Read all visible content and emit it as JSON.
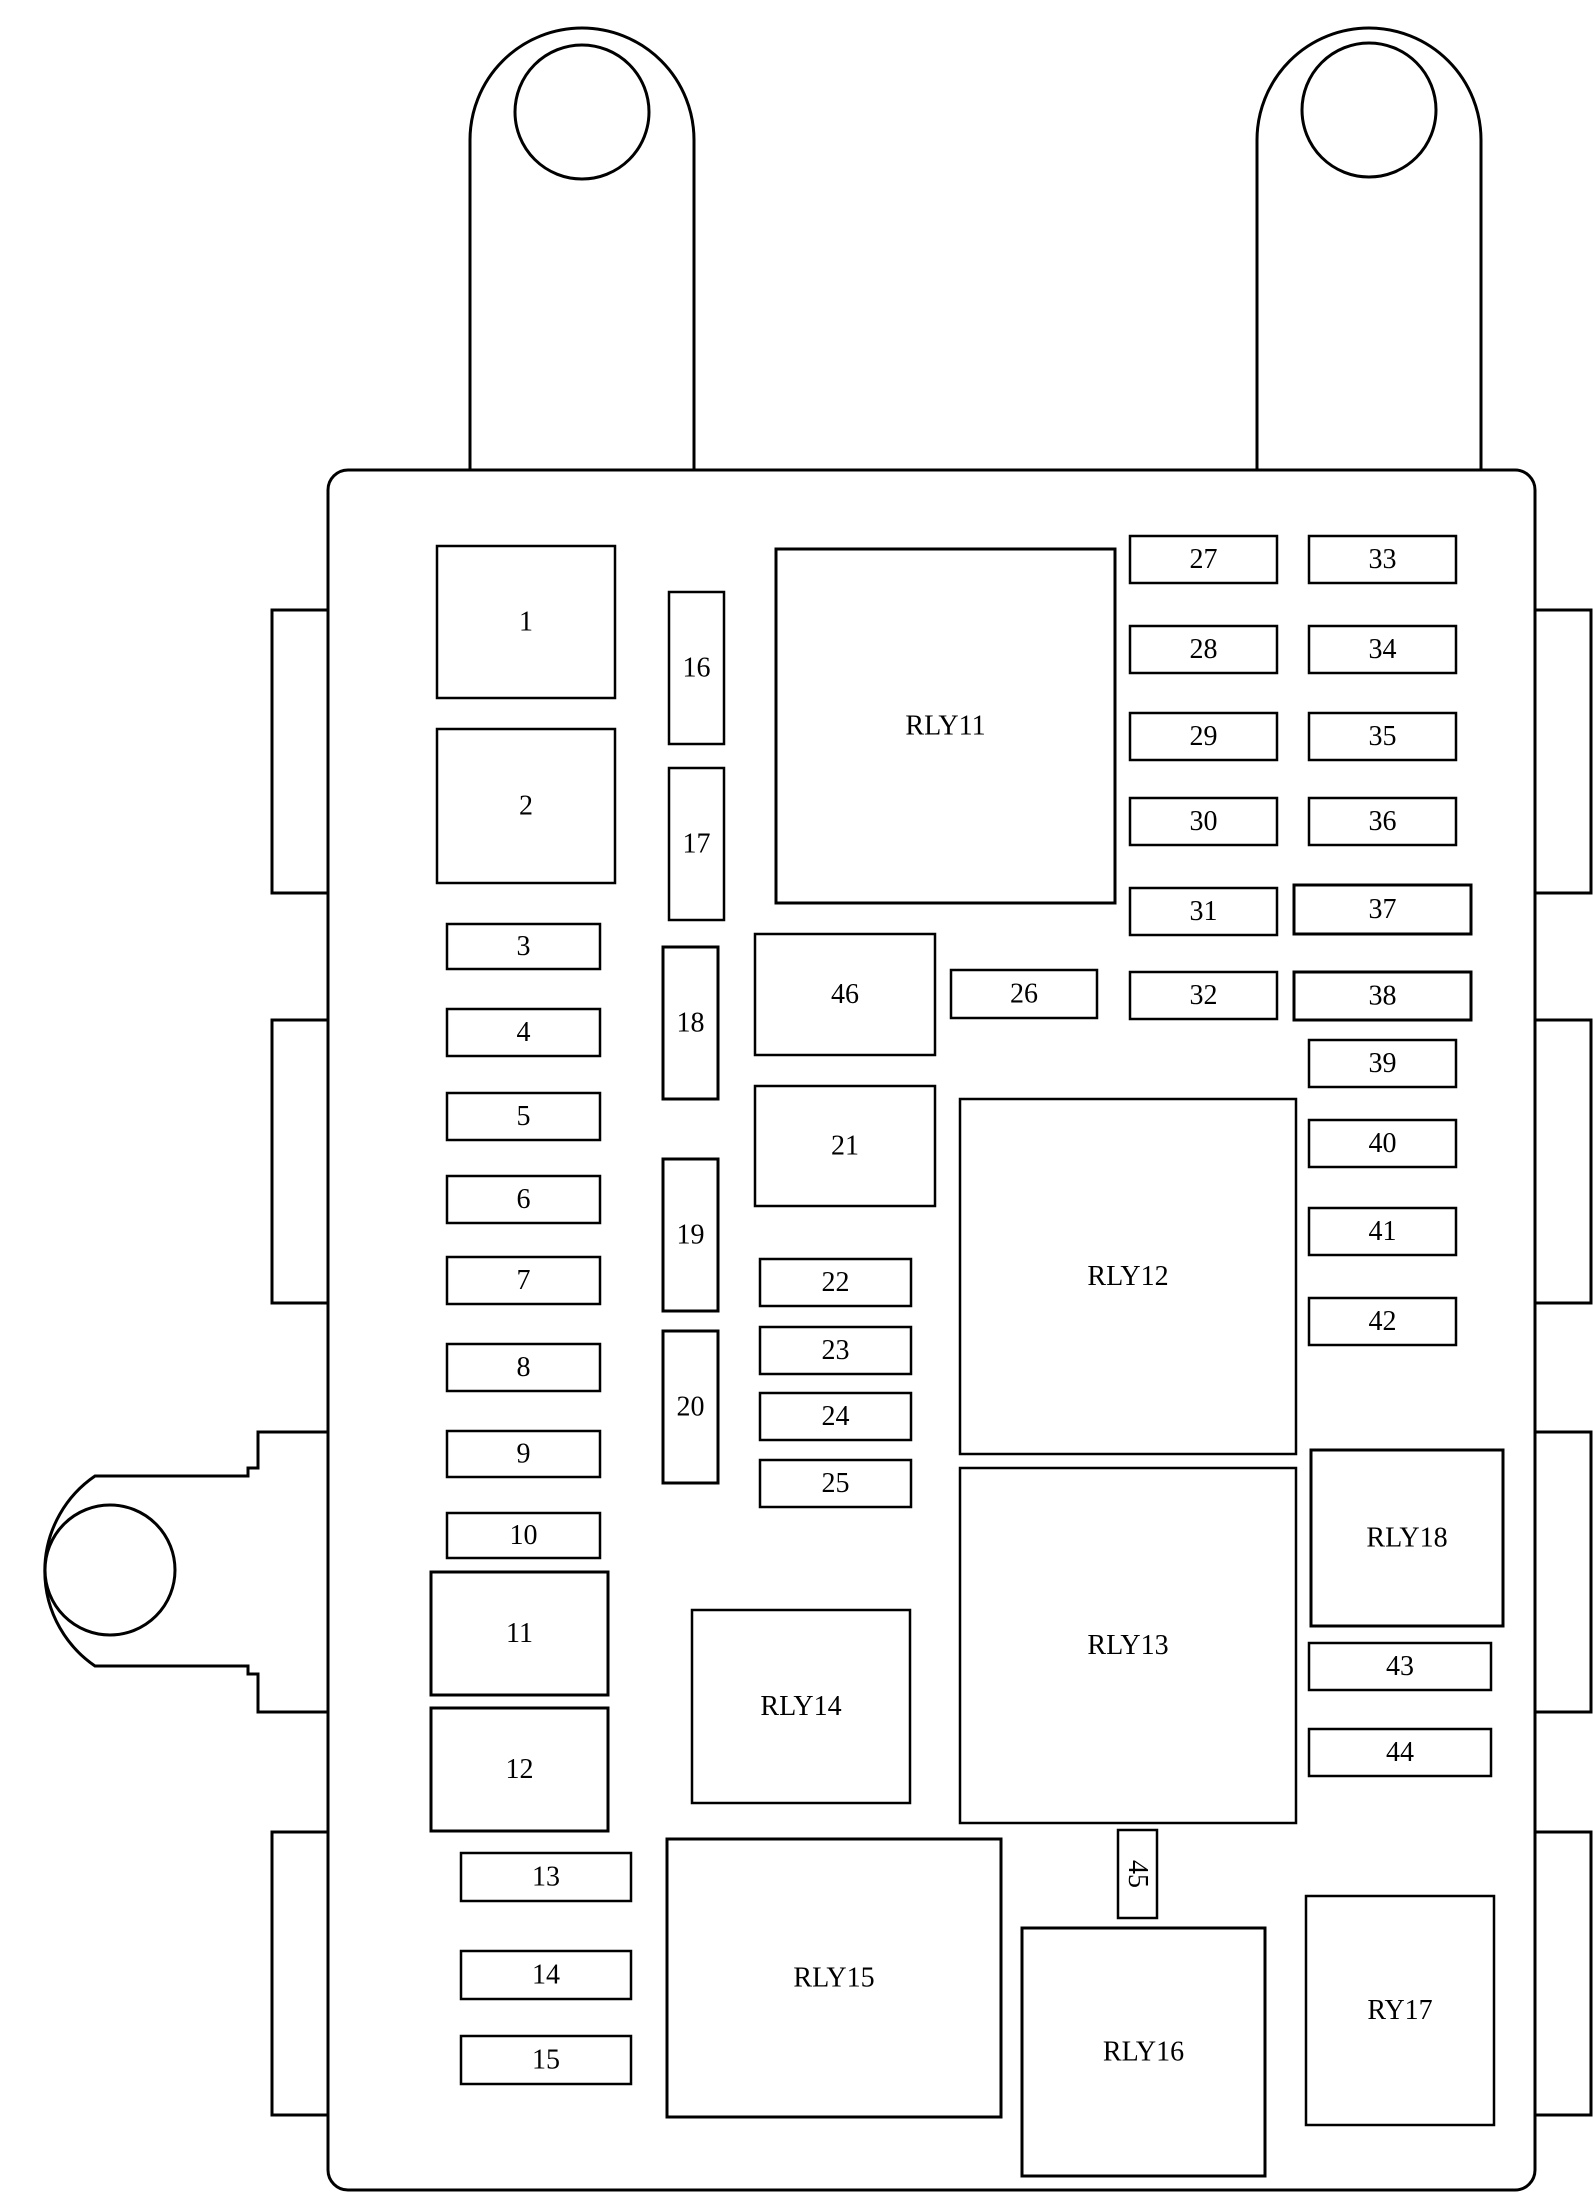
{
  "labels": {
    "f1": "1",
    "f2": "2",
    "f3": "3",
    "f4": "4",
    "f5": "5",
    "f6": "6",
    "f7": "7",
    "f8": "8",
    "f9": "9",
    "f10": "10",
    "f11": "11",
    "f12": "12",
    "f13": "13",
    "f14": "14",
    "f15": "15",
    "f16": "16",
    "f17": "17",
    "f18": "18",
    "f19": "19",
    "f20": "20",
    "f21": "21",
    "f22": "22",
    "f23": "23",
    "f24": "24",
    "f25": "25",
    "f26": "26",
    "f27": "27",
    "f28": "28",
    "f29": "29",
    "f30": "30",
    "f31": "31",
    "f32": "32",
    "f33": "33",
    "f34": "34",
    "f35": "35",
    "f36": "36",
    "f37": "37",
    "f38": "38",
    "f39": "39",
    "f40": "40",
    "f41": "41",
    "f42": "42",
    "f43": "43",
    "f44": "44",
    "f45": "45",
    "f46": "46",
    "rly11": "RLY11",
    "rly12": "RLY12",
    "rly13": "RLY13",
    "rly14": "RLY14",
    "rly15": "RLY15",
    "rly16": "RLY16",
    "ry17": "RY17",
    "rly18": "RLY18"
  },
  "colors": {
    "stroke": "#000000",
    "fill": "#ffffff"
  }
}
